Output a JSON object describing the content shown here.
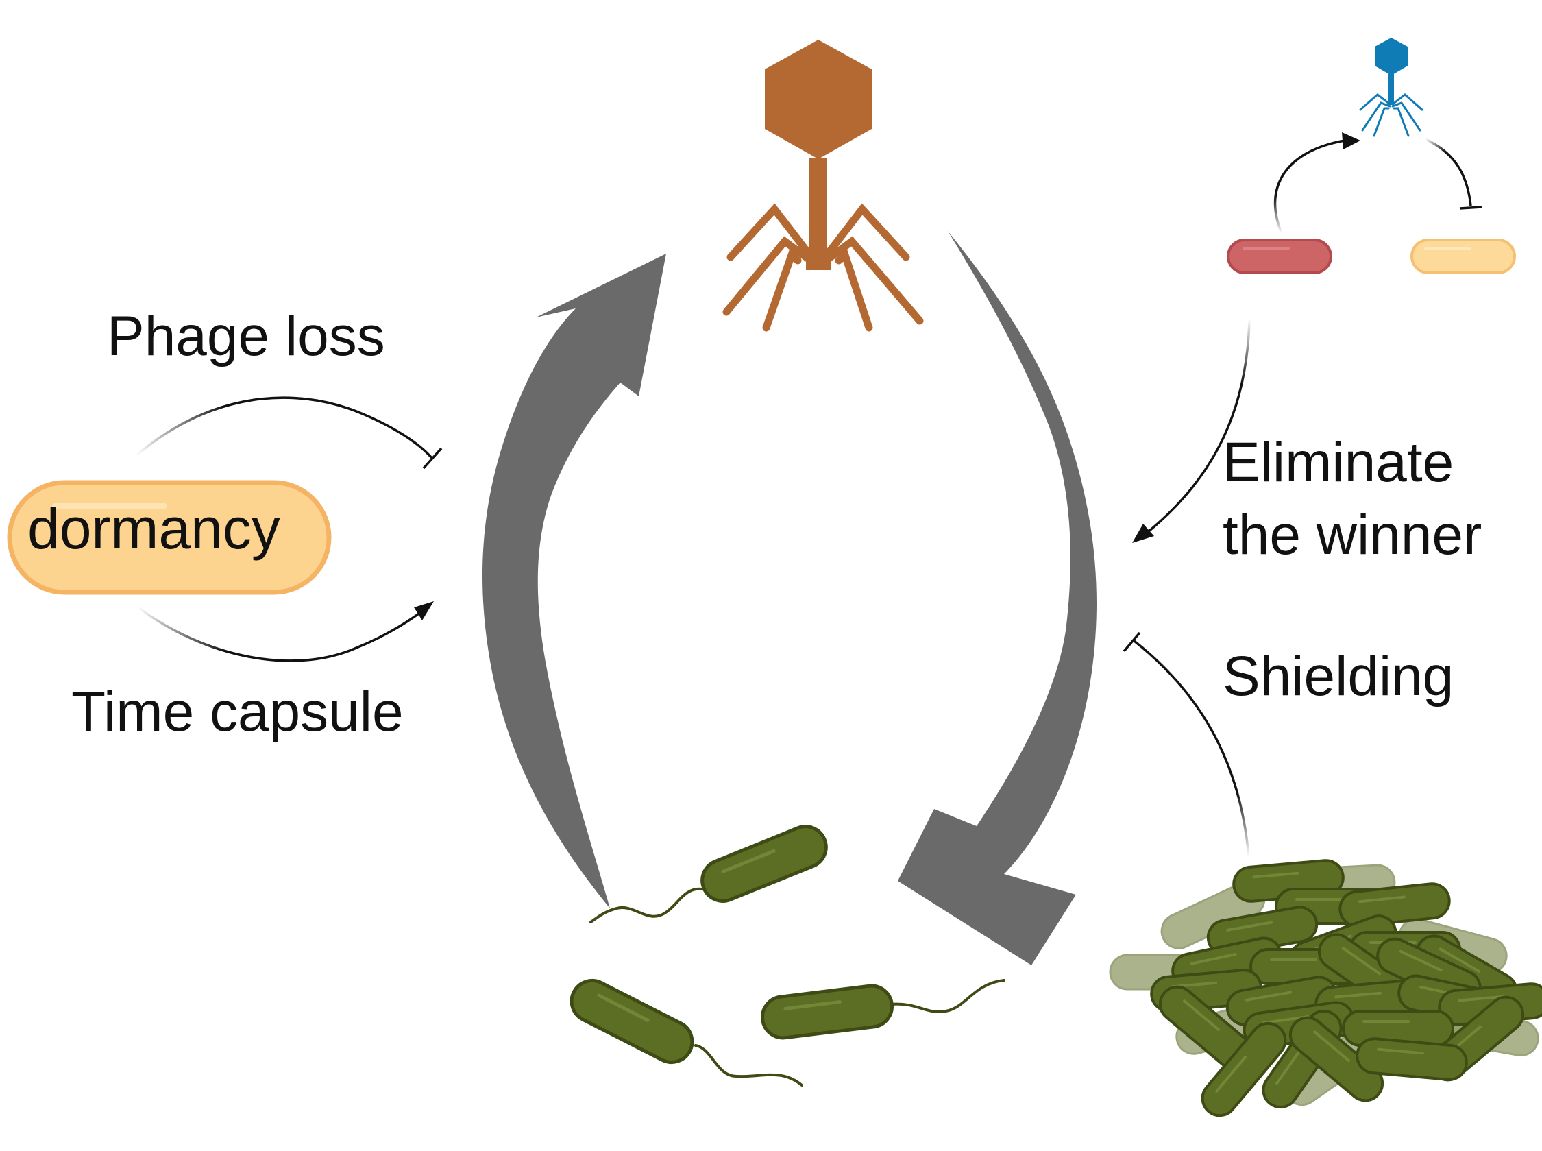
{
  "labels": {
    "phage_loss": "Phage loss",
    "time_capsule": "Time capsule",
    "dormancy": "dormancy",
    "eliminate_line1": "Eliminate",
    "eliminate_line2": "the winner",
    "shielding": "Shielding"
  },
  "colors": {
    "phage_main": "#B46832",
    "phage_small": "#0F7CB5",
    "cycle_arrow": "#6A6A6A",
    "bacteria_green": "#5C6E23",
    "bacteria_outline": "#3E4B14",
    "dormancy_fill": "#FDD48F",
    "dormancy_outline": "#F5B463",
    "red_cell": "#CD6466",
    "pale_cell": "#FDD99A"
  },
  "icons": [
    "phage-main-icon",
    "phage-small-icon",
    "bacteria-icon",
    "biofilm-icon",
    "dormant-cell-icon"
  ]
}
